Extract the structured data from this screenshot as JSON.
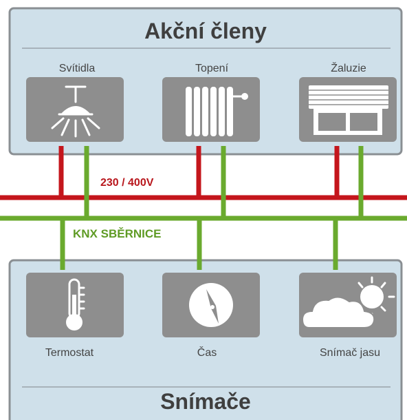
{
  "top_panel": {
    "title": "Akční členy",
    "devices": [
      {
        "label": "Svítidla",
        "icon": "lamp-icon"
      },
      {
        "label": "Topení",
        "icon": "radiator-icon"
      },
      {
        "label": "Žaluzie",
        "icon": "blinds-icon"
      }
    ]
  },
  "buses": {
    "power_label": "230 / 400V",
    "knx_label": "KNX SBĚRNICE",
    "power_color": "#c4161c",
    "knx_color": "#6aaa2e"
  },
  "bottom_panel": {
    "title": "Snímače",
    "devices": [
      {
        "label": "Termostat",
        "icon": "thermometer-icon"
      },
      {
        "label": "Čas",
        "icon": "clock-icon"
      },
      {
        "label": "Snímač jasu",
        "icon": "sun-cloud-icon"
      }
    ]
  }
}
